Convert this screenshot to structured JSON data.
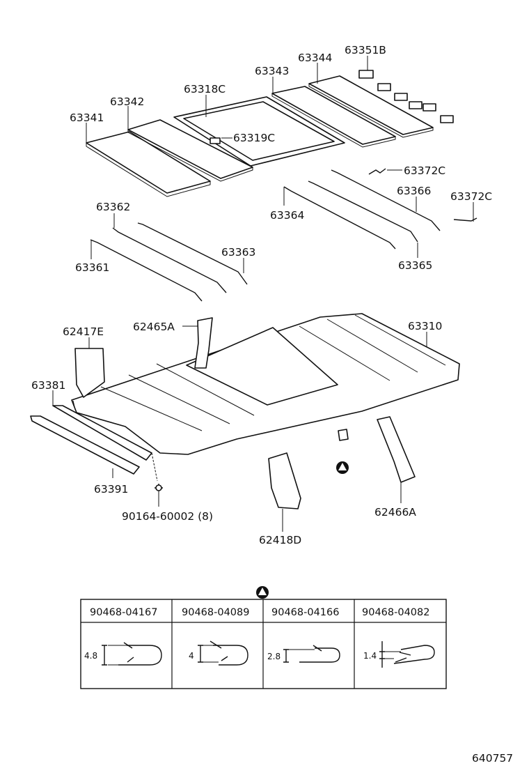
{
  "labels": {
    "p63351B": "63351B",
    "p63344": "63344",
    "p63343": "63343",
    "p63342": "63342",
    "p63318C": "63318C",
    "p63341": "63341",
    "p63319C": "63319C",
    "p63372C_a": "63372C",
    "p63366": "63366",
    "p63372C_b": "63372C",
    "p63362": "63362",
    "p63364": "63364",
    "p63363": "63363",
    "p63361": "63361",
    "p63365": "63365",
    "p62465A": "62465A",
    "p63310": "63310",
    "p62417E": "62417E",
    "p63381": "63381",
    "p63391": "63391",
    "p90164": "90164-60002 (8)",
    "p62466A": "62466A",
    "p62418D": "62418D"
  },
  "clip_table": {
    "columns": [
      "90468-04167",
      "90468-04089",
      "90468-04166",
      "90468-04082"
    ],
    "dimensions": [
      "4.8",
      "4",
      "2.8",
      "1.4"
    ]
  },
  "drawing_number": "640757"
}
